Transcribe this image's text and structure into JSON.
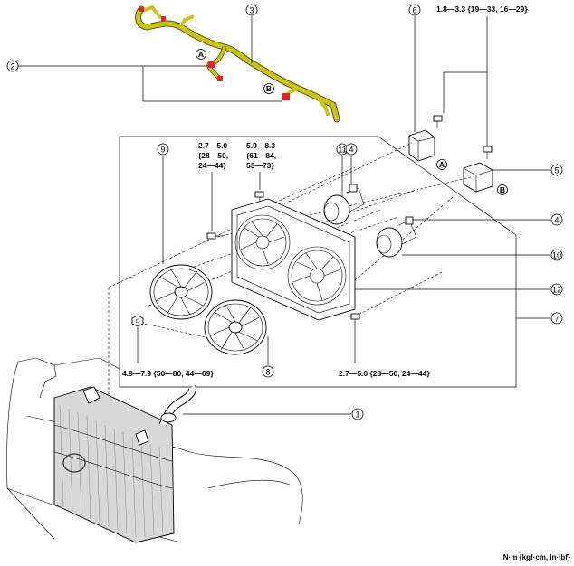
{
  "callouts": {
    "c1": "1",
    "c2": "2",
    "c3": "3",
    "c4a": "4",
    "c4b": "4",
    "c5": "5",
    "c6": "6",
    "c7": "7",
    "c8": "8",
    "c9": "9",
    "c10": "10",
    "c11": "11",
    "c12": "12"
  },
  "refs": {
    "a_top": "A",
    "b_top": "B",
    "a_relay": "A",
    "b_relay": "B"
  },
  "torques": {
    "t_top_right": "1.8—3.3 {19—33, 16—29}",
    "t_bolt_left_1": "2.7—5.0",
    "t_bolt_left_2": "{28—50,",
    "t_bolt_left_3": "24—44}",
    "t_bolt_mid_1": "5.9—8.3",
    "t_bolt_mid_2": "{61—84,",
    "t_bolt_mid_3": "53—73}",
    "t_nut": "4.9—7.9 {50—80, 44—69}",
    "t_bolt_right": "2.7—5.0 {28—50, 24—44}"
  },
  "units_note": "N·m {kgf·cm, in·lbf}",
  "colors": {
    "harness": "#c8c41a",
    "connector": "#e8202a",
    "line": "#000000"
  }
}
